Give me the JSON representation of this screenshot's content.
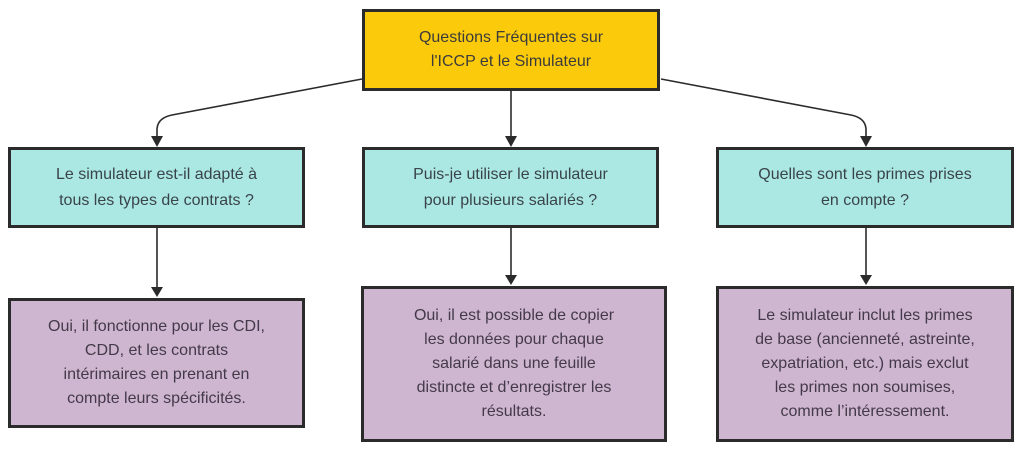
{
  "flowchart": {
    "root": {
      "text": "Questions Fréquentes sur\nl'ICCP et le Simulateur"
    },
    "columns": [
      {
        "question": {
          "text": "Le simulateur est-il adapté à\ntous les types de contrats ?"
        },
        "answer": {
          "text": "Oui, il fonctionne pour les CDI,\nCDD, et les contrats\nintérimaires en prenant en\ncompte leurs spécificités."
        }
      },
      {
        "question": {
          "text": "Puis-je utiliser le simulateur\npour plusieurs salariés ?"
        },
        "answer": {
          "text": "Oui, il est possible de copier\nles données pour chaque\nsalarié dans une feuille\ndistincte et d’enregistrer les\nrésultats."
        }
      },
      {
        "question": {
          "text": "Quelles sont les primes prises\nen compte ?"
        },
        "answer": {
          "text": "Le simulateur inclut les primes\nde base (ancienneté, astreinte,\nexpatriation, etc.) mais exclut\nles primes non soumises,\ncomme l’intéressement."
        }
      }
    ],
    "colors": {
      "root_bg": "#fbcb0b",
      "question_bg": "#ace8e3",
      "answer_bg": "#ceb6d0",
      "border": "#2b2b2b",
      "arrow": "#2b2b2b",
      "text": "#3b3b3b"
    }
  }
}
